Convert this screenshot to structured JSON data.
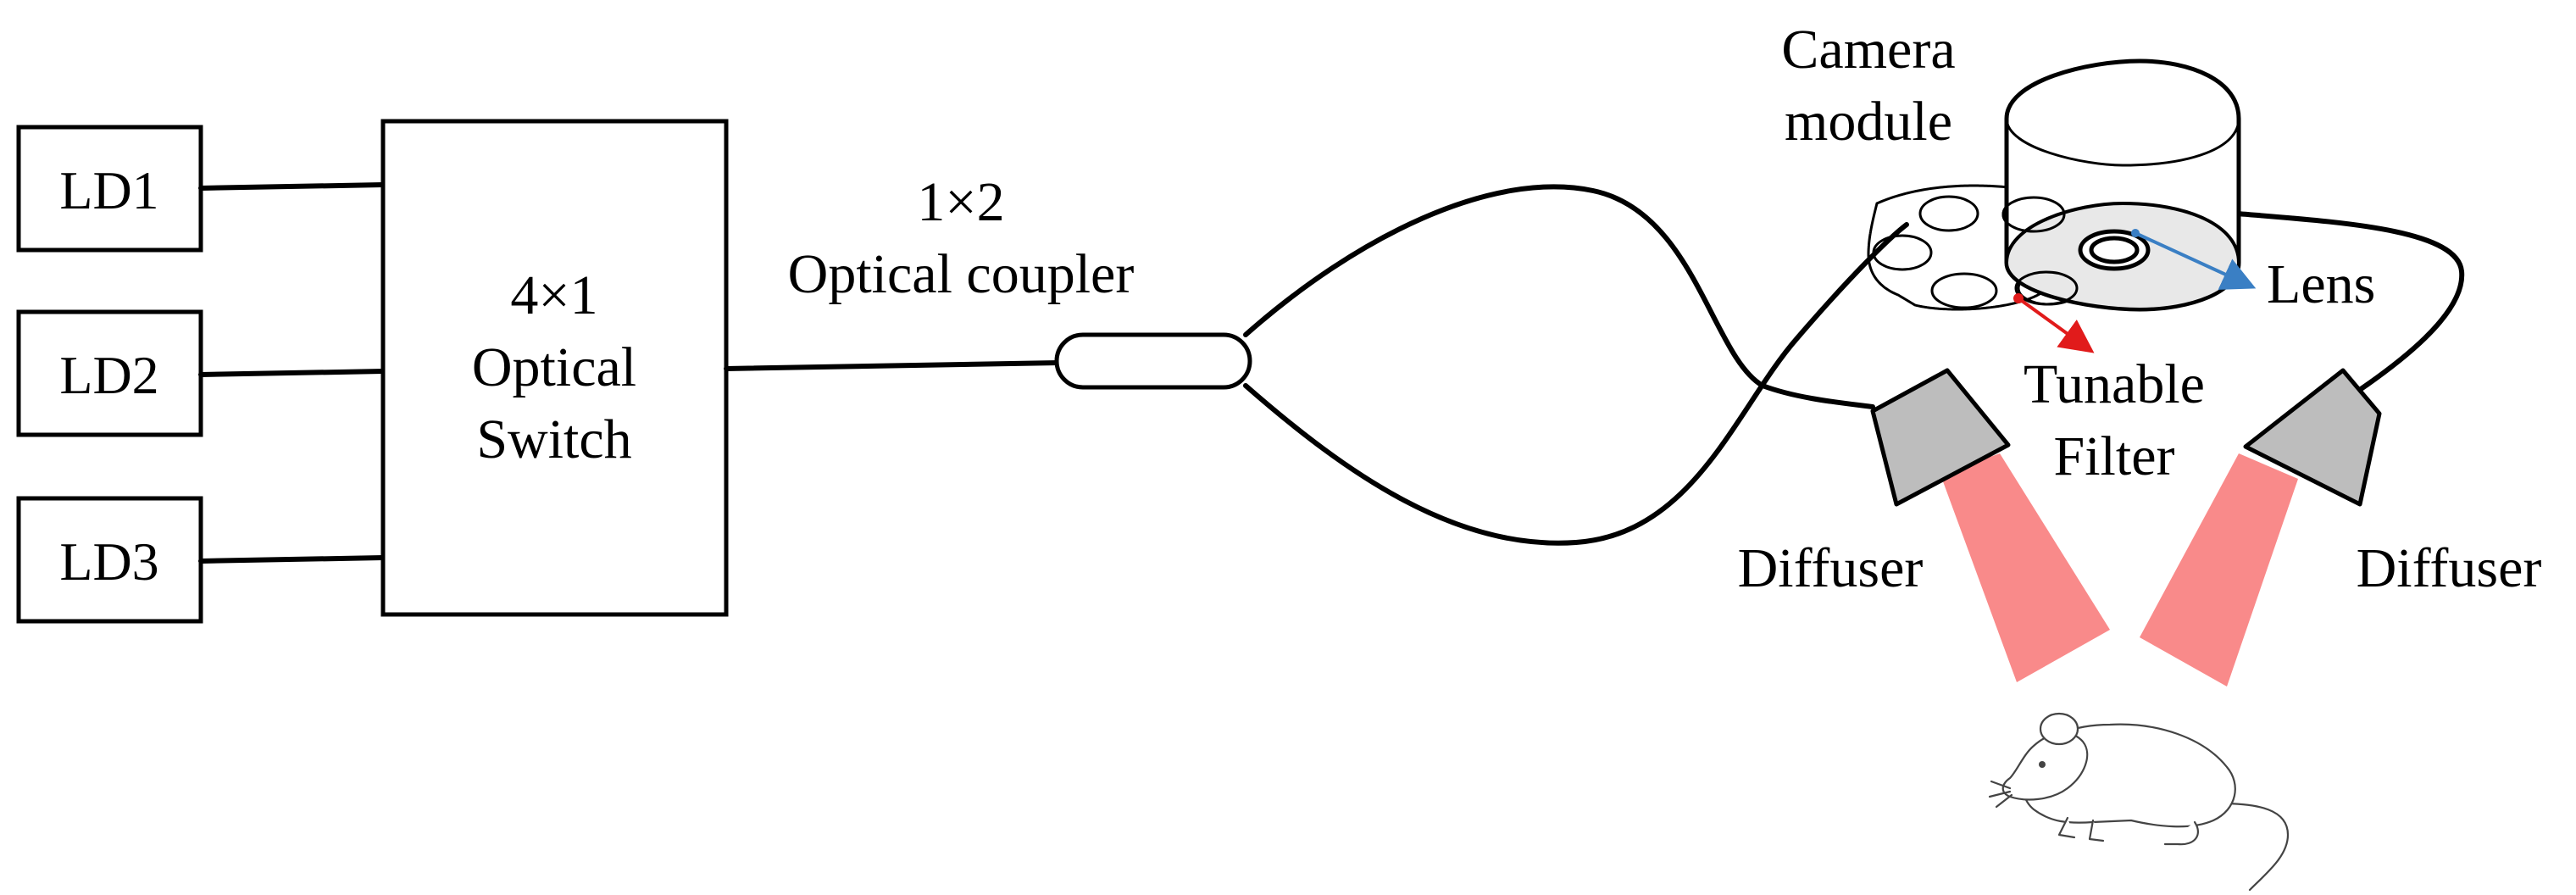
{
  "diagram": {
    "sources": [
      {
        "label": "LD1"
      },
      {
        "label": "LD2"
      },
      {
        "label": "LD3"
      }
    ],
    "switch": {
      "line1": "4×1",
      "line2": "Optical",
      "line3": "Switch"
    },
    "coupler": {
      "line1": "1×2",
      "line2": "Optical coupler"
    },
    "camera": {
      "line1": "Camera",
      "line2": "module"
    },
    "lens": {
      "label": "Lens"
    },
    "filter": {
      "line1": "Tunable",
      "line2": "Filter"
    },
    "diffuser_left": {
      "label": "Diffuser"
    },
    "diffuser_right": {
      "label": "Diffuser"
    },
    "colors": {
      "beam": "#f98a8a",
      "diffuser": "#bdbdbd",
      "filter_arrow": "#e11b1b",
      "lens_arrow": "#3a7fc4",
      "lines": "#000000"
    }
  }
}
